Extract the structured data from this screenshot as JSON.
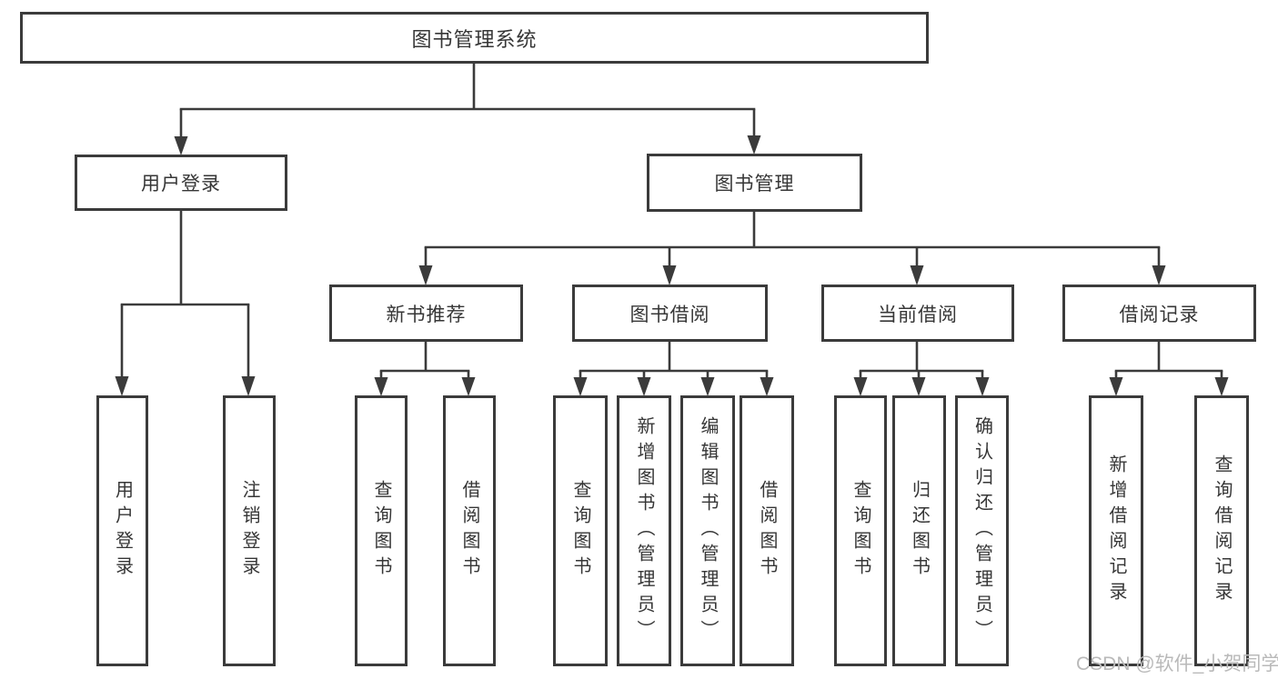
{
  "diagram": {
    "title": "图书管理系统",
    "tree": {
      "root": "图书管理系统",
      "branches": [
        {
          "label": "用户登录",
          "children": [
            "用户登录",
            "注销登录"
          ]
        },
        {
          "label": "图书管理",
          "sections": [
            {
              "label": "新书推荐",
              "children": [
                "查询图书",
                "借阅图书"
              ]
            },
            {
              "label": "图书借阅",
              "children": [
                "查询图书",
                "新增图书（管理员）",
                "编辑图书（管理员）",
                "借阅图书"
              ]
            },
            {
              "label": "当前借阅",
              "children": [
                "查询图书",
                "归还图书",
                "确认归还（管理员）"
              ]
            },
            {
              "label": "借阅记录",
              "children": [
                "新增借阅记录",
                "查询借阅记录"
              ]
            }
          ]
        }
      ]
    },
    "colors": {
      "line": "#3b3b3b",
      "text": "#363636",
      "background": "#ffffff",
      "watermark_text": "#b9b9b9"
    }
  },
  "watermark": "CSDN @软件_小贺同学"
}
